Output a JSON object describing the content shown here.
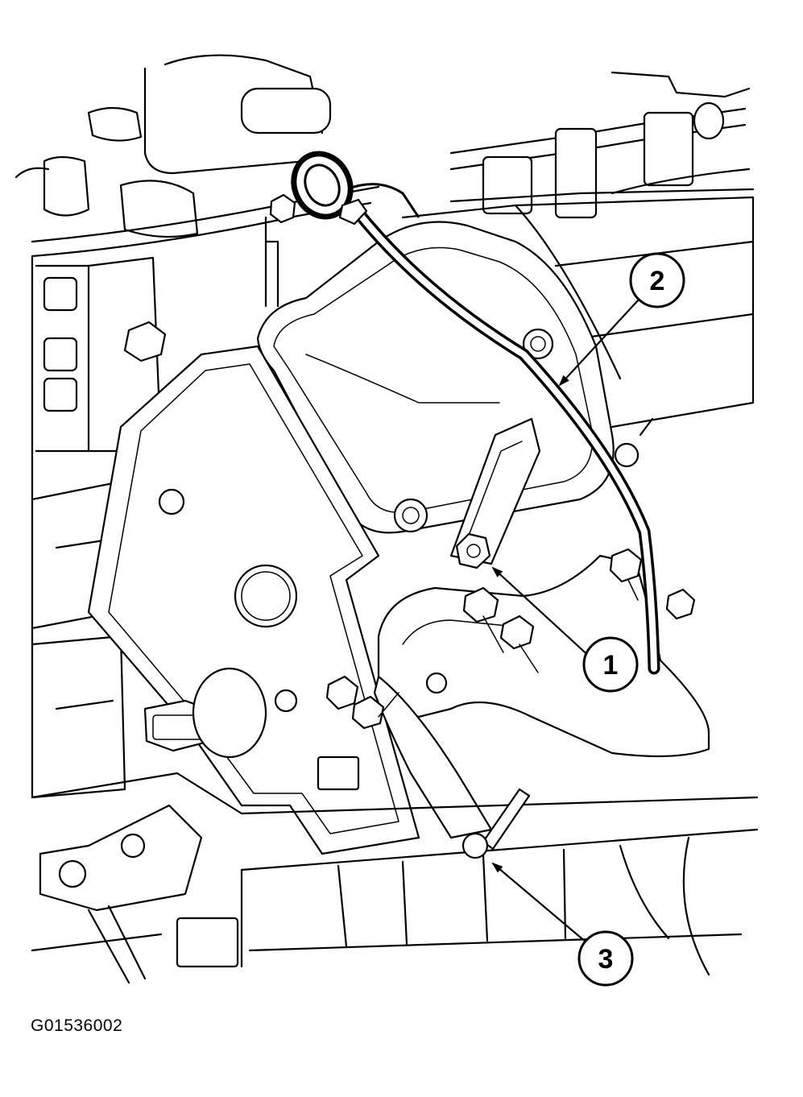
{
  "callouts": [
    {
      "label": "1"
    },
    {
      "label": "2"
    },
    {
      "label": "3"
    }
  ],
  "figure_code": "G01536002"
}
